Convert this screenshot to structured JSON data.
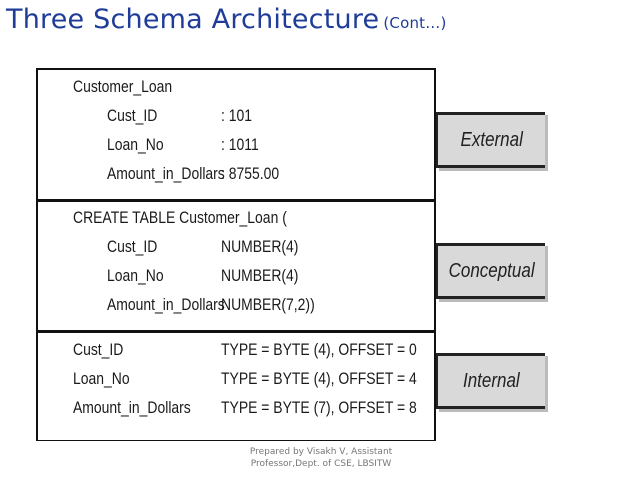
{
  "title": {
    "main": "Three Schema Architecture",
    "sub": "(Cont…)"
  },
  "external": {
    "record_name": "Customer_Loan",
    "fields": [
      {
        "name": "Cust_ID",
        "value": ": 101"
      },
      {
        "name": "Loan_No",
        "value": ": 1011"
      },
      {
        "name": "Amount_in_Dollars",
        "value": ": 8755.00"
      }
    ]
  },
  "conceptual": {
    "statement": "CREATE TABLE Customer_Loan (",
    "fields": [
      {
        "name": "Cust_ID",
        "type": "NUMBER(4)"
      },
      {
        "name": "Loan_No",
        "type": "NUMBER(4)"
      },
      {
        "name": "Amount_in_Dollars",
        "type": "NUMBER(7,2))"
      }
    ]
  },
  "internal": {
    "fields": [
      {
        "name": "Cust_ID",
        "storage": "TYPE = BYTE (4), OFFSET = 0"
      },
      {
        "name": "Loan_No",
        "storage": "TYPE = BYTE (4), OFFSET = 4"
      },
      {
        "name": "Amount_in_Dollars",
        "storage": "TYPE = BYTE (7), OFFSET = 8"
      }
    ]
  },
  "levels": [
    "External",
    "Conceptual",
    "Internal"
  ],
  "credit": {
    "line1": "Prepared by Visakh V, Assistant",
    "line2": "Professor,Dept. of CSE, LBSITW"
  }
}
